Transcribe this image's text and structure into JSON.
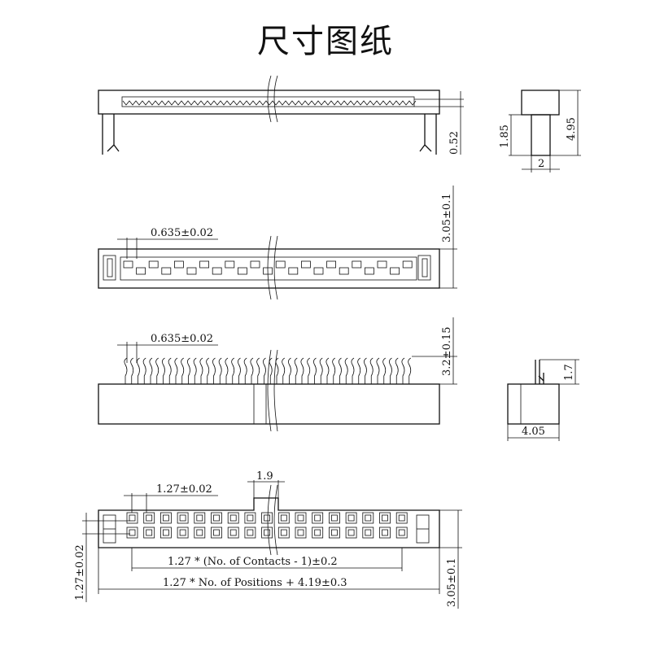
{
  "title": "尺寸图纸",
  "dimensions": {
    "side_view": {
      "lead_pitch_offset": "0.52"
    },
    "end_view": {
      "lead_width": "2",
      "lead_height": "1.85",
      "total_height": "4.95"
    },
    "top_view": {
      "pitch": "0.635±0.02",
      "height": "3.05±0.1"
    },
    "front_view": {
      "pitch": "0.635±0.02",
      "height": "3.2±0.15"
    },
    "right_view": {
      "pin_height": "1.7",
      "width": "4.05"
    },
    "bottom_view": {
      "key_width": "1.9",
      "row_pitch": "1.27±0.02",
      "col_pitch": "1.27±0.02",
      "contacts_formula": "1.27 * (No. of Contacts - 1)±0.2",
      "positions_formula": "1.27 * No. of Positions + 4.19±0.3",
      "height": "3.05±0.1"
    }
  }
}
